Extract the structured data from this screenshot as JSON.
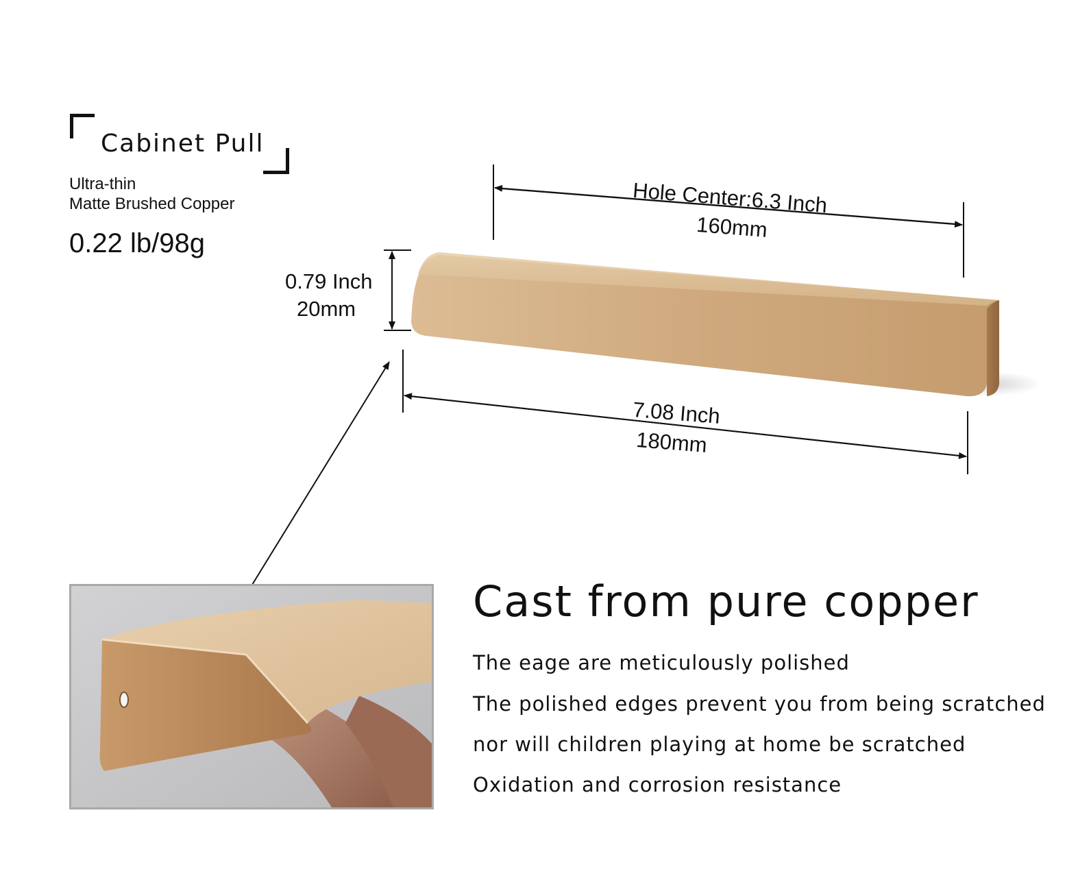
{
  "product": {
    "title": "Cabinet Pull",
    "subtitle_line1": "Ultra-thin",
    "subtitle_line2": "Matte Brushed Copper",
    "weight": "0.22 lb/98g"
  },
  "dimensions": {
    "hole_center_inch": "Hole Center:6.3 Inch",
    "hole_center_mm": "160mm",
    "length_inch": "7.08 Inch",
    "length_mm": "180mm",
    "height_inch": "0.79 Inch",
    "height_mm": "20mm"
  },
  "features": {
    "headline": "Cast from pure copper",
    "items": [
      "The eage are meticulously polished",
      "The polished edges prevent you from being scratched",
      "nor will children playing at home be scratched",
      "Oxidation and corrosion resistance"
    ]
  },
  "colors": {
    "copper_light": "#e2c49e",
    "copper_mid": "#cfa87b",
    "copper_dark": "#a87d52",
    "photo_background": "#c8c8ca",
    "photo_border": "#a9a9a9"
  }
}
